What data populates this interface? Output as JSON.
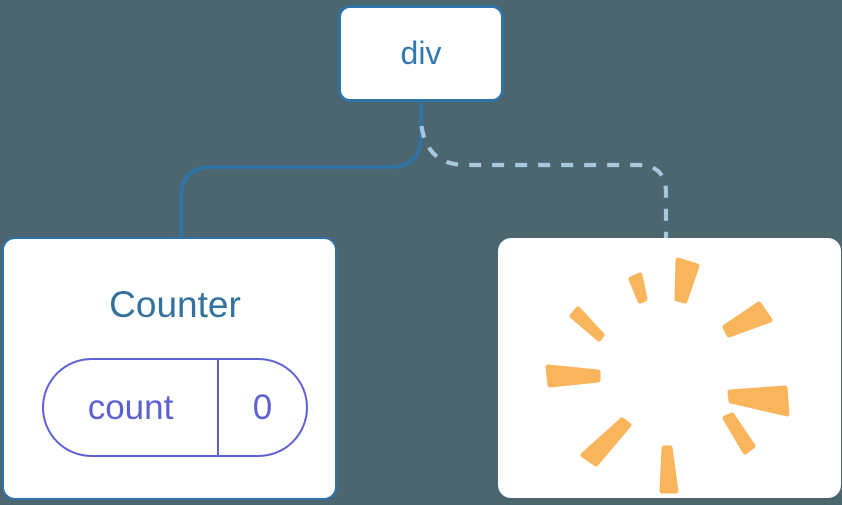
{
  "diagram": {
    "root_node": {
      "label": "div"
    },
    "left_branch": {
      "connector_style": "solid",
      "node": {
        "title": "Counter",
        "state_pill": {
          "key": "count",
          "value": "0"
        }
      }
    },
    "right_branch": {
      "connector_style": "dashed",
      "node": {
        "icon": "poof-burst-icon"
      }
    }
  },
  "colors": {
    "background": "#4c6670",
    "card": "#ffffff",
    "line": "#2e74a8",
    "dashed": "#a5c8de",
    "node_text": "#3277ae",
    "title_text": "#33719e",
    "state": "#5e61d3",
    "burst": "#f9b55c"
  }
}
